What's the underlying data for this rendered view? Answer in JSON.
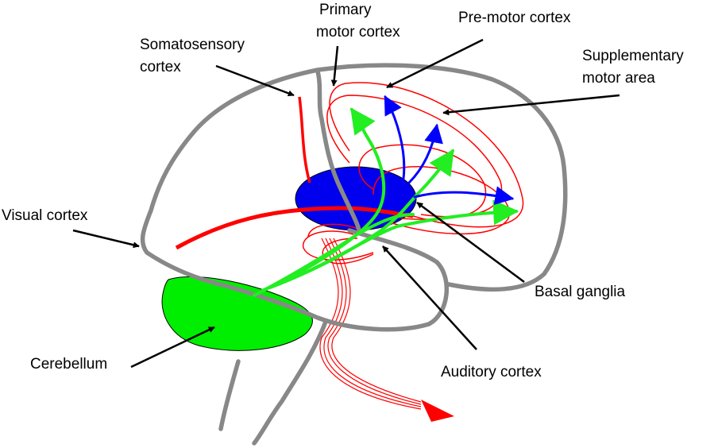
{
  "labels": {
    "primary_line1": "Primary",
    "primary_line2": "motor cortex",
    "premotor": "Pre-motor cortex",
    "somato_line1": "Somatosensory",
    "somato_line2": "cortex",
    "supp_line1": "Supplementary",
    "supp_line2": "motor area",
    "visual": "Visual cortex",
    "basal": "Basal ganglia",
    "cerebellum": "Cerebellum",
    "auditory": "Auditory cortex"
  },
  "colors": {
    "brain_outline": "#888888",
    "motor_pathway": "#ff0000",
    "basal_ganglia": "#0000ee",
    "basal_pathway": "#0000ff",
    "cerebellum": "#00ee00",
    "cerebellar_pathway": "#22ee22",
    "pointer": "#000000"
  }
}
